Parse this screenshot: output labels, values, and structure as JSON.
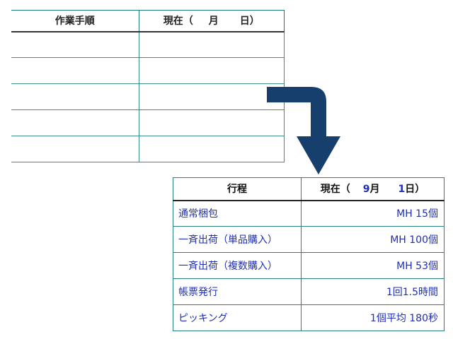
{
  "top_table": {
    "col1_header": "作業手順",
    "col2_header_prefix": "現在（",
    "col2_header_month": "",
    "col2_header_month_unit": "月",
    "col2_header_day": "",
    "col2_header_day_unit": "日）",
    "rows": [
      [
        "",
        ""
      ],
      [
        "",
        ""
      ],
      [
        "",
        ""
      ],
      [
        "",
        ""
      ],
      [
        "",
        ""
      ]
    ]
  },
  "bottom_table": {
    "col1_header": "行程",
    "col2_header_prefix": "現在（",
    "col2_header_month": "9",
    "col2_header_month_unit": "月",
    "col2_header_day": "1",
    "col2_header_day_unit": "日）",
    "rows": [
      {
        "task": "通常梱包",
        "value": "MH 15個"
      },
      {
        "task": "一斉出荷（単品購入）",
        "value": "MH 100個"
      },
      {
        "task": "一斉出荷（複数購入）",
        "value": "MH 53個"
      },
      {
        "task": "帳票発行",
        "value": "1回1.5時間"
      },
      {
        "task": "ピッキング",
        "value": "1個平均 180秒"
      }
    ]
  },
  "colors": {
    "arrow": "#173f6e",
    "value_text": "#1f2fb3",
    "border": "#2a8080"
  },
  "icons": {
    "arrow": "bent-down-arrow-icon"
  }
}
